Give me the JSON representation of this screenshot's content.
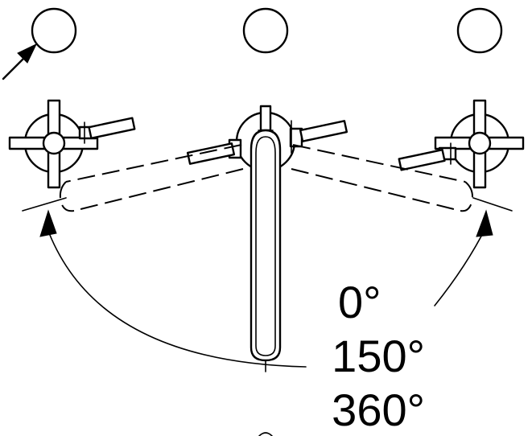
{
  "angles": {
    "a1": "0°",
    "a2": "150°",
    "a3": "360°"
  },
  "colors": {
    "line": "#000000",
    "background": "#ffffff"
  }
}
